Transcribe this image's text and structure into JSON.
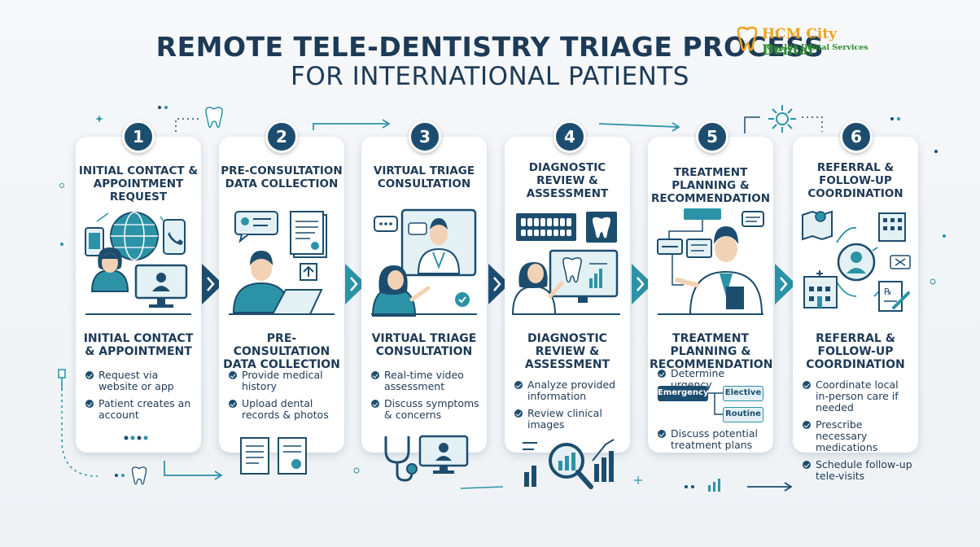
{
  "title": {
    "line1": "REMOTE TELE-DENTISTRY TRIAGE PROCESS",
    "line2": "FOR INTERNATIONAL PATIENTS"
  },
  "logo": {
    "brand_part1": "HCM City",
    "brand_part2": "Dental",
    "tagline": "Quality Dental Services"
  },
  "colors": {
    "navy": "#1d4d6e",
    "teal": "#2c93a6",
    "text": "#1d3a56",
    "logo_orange": "#f0a020",
    "logo_green": "#2e8b2e"
  },
  "steps": [
    {
      "number": "1",
      "top_title": "INITIAL CONTACT & APPOINTMENT REQUEST",
      "section_title": "INITIAL CONTACT & APPOINTMENT",
      "bullets": [
        "Request via website or app",
        "Patient creates an account"
      ]
    },
    {
      "number": "2",
      "top_title": "PRE-CONSULTATION DATA COLLECTION",
      "section_title": "PRE-CONSULTATION DATA COLLECTION",
      "bullets": [
        "Provide medical history",
        "Upload dental records & photos"
      ]
    },
    {
      "number": "3",
      "top_title": "VIRTUAL TRIAGE CONSULTATION",
      "section_title": "VIRTUAL TRIAGE CONSULTATION",
      "bullets": [
        "Real-time video assessment",
        "Discuss symptoms & concerns"
      ]
    },
    {
      "number": "4",
      "top_title": "DIAGNOSTIC REVIEW & ASSESSMENT",
      "section_title": "DIAGNOSTIC REVIEW & ASSESSMENT",
      "bullets": [
        "Analyze provided information",
        "Review clinical images"
      ]
    },
    {
      "number": "5",
      "top_title": "TREATMENT PLANNING & RECOMMENDATION",
      "section_title": "TREATMENT PLANNING & RECOMMENDATION",
      "bullets": [
        "Determine urgency",
        "Discuss potential treatment plans"
      ],
      "urgency": {
        "main": "Emergency",
        "options": [
          "Elective",
          "Routine"
        ]
      }
    },
    {
      "number": "6",
      "top_title": "REFERRAL & FOLLOW-UP COORDINATION",
      "section_title": "REFERRAL & FOLLOW-UP COORDINATION",
      "bullets": [
        "Coordinate local in-person care if needed",
        "Prescribe necessary medications",
        "Schedule follow-up tele-visits"
      ]
    }
  ]
}
